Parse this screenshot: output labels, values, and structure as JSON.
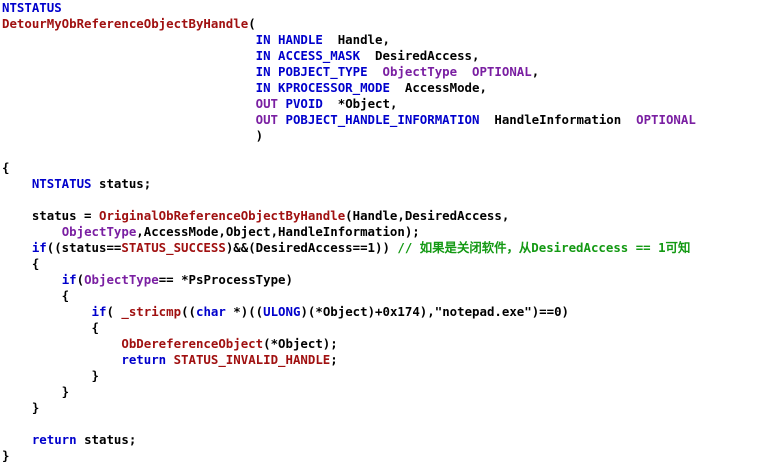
{
  "colors": {
    "keyword": "#0000cc",
    "function": "#a01010",
    "type": "#7a1fa2",
    "comment": "#139913",
    "text": "#000000",
    "background": "#ffffff"
  },
  "lines": [
    [
      [
        "kw",
        "NTSTATUS"
      ]
    ],
    [
      [
        "fn",
        "DetourMyObReferenceObjectByHandle"
      ],
      [
        "tx",
        "("
      ]
    ],
    [
      [
        "tx",
        "                                  "
      ],
      [
        "kw",
        "IN"
      ],
      [
        "tx",
        " "
      ],
      [
        "kw",
        "HANDLE"
      ],
      [
        "tx",
        "  Handle,"
      ]
    ],
    [
      [
        "tx",
        "                                  "
      ],
      [
        "kw",
        "IN"
      ],
      [
        "tx",
        " "
      ],
      [
        "kw",
        "ACCESS_MASK"
      ],
      [
        "tx",
        "  DesiredAccess,"
      ]
    ],
    [
      [
        "tx",
        "                                  "
      ],
      [
        "kw",
        "IN"
      ],
      [
        "tx",
        " "
      ],
      [
        "kw",
        "POBJECT_TYPE"
      ],
      [
        "tx",
        "  "
      ],
      [
        "ty",
        "ObjectType"
      ],
      [
        "tx",
        "  "
      ],
      [
        "ty",
        "OPTIONAL"
      ],
      [
        "tx",
        ","
      ]
    ],
    [
      [
        "tx",
        "                                  "
      ],
      [
        "kw",
        "IN"
      ],
      [
        "tx",
        " "
      ],
      [
        "kw",
        "KPROCESSOR_MODE"
      ],
      [
        "tx",
        "  AccessMode,"
      ]
    ],
    [
      [
        "tx",
        "                                  "
      ],
      [
        "ty",
        "OUT"
      ],
      [
        "tx",
        " "
      ],
      [
        "kw",
        "PVOID"
      ],
      [
        "tx",
        "  *Object,"
      ]
    ],
    [
      [
        "tx",
        "                                  "
      ],
      [
        "ty",
        "OUT"
      ],
      [
        "tx",
        " "
      ],
      [
        "kw",
        "POBJECT_HANDLE_INFORMATION"
      ],
      [
        "tx",
        "  HandleInformation  "
      ],
      [
        "ty",
        "OPTIONAL"
      ]
    ],
    [
      [
        "tx",
        "                                  )"
      ]
    ],
    [],
    [
      [
        "tx",
        "{"
      ]
    ],
    [
      [
        "tx",
        "    "
      ],
      [
        "kw",
        "NTSTATUS"
      ],
      [
        "tx",
        " status;"
      ]
    ],
    [],
    [
      [
        "tx",
        "    status = "
      ],
      [
        "fn",
        "OriginalObReferenceObjectByHandle"
      ],
      [
        "tx",
        "(Handle,DesiredAccess,"
      ]
    ],
    [
      [
        "tx",
        "        "
      ],
      [
        "ty",
        "ObjectType"
      ],
      [
        "tx",
        ",AccessMode,Object,HandleInformation);"
      ]
    ],
    [
      [
        "tx",
        "    "
      ],
      [
        "kw",
        "if"
      ],
      [
        "tx",
        "((status=="
      ],
      [
        "fn",
        "STATUS_SUCCESS"
      ],
      [
        "tx",
        ")&&(DesiredAccess==1)) "
      ],
      [
        "cm",
        "// 如果是关闭软件，从DesiredAccess == 1可知"
      ]
    ],
    [
      [
        "tx",
        "    {"
      ]
    ],
    [
      [
        "tx",
        "        "
      ],
      [
        "kw",
        "if"
      ],
      [
        "tx",
        "("
      ],
      [
        "ty",
        "ObjectType"
      ],
      [
        "tx",
        "== *PsProcessType)"
      ]
    ],
    [
      [
        "tx",
        "        {"
      ]
    ],
    [
      [
        "tx",
        "            "
      ],
      [
        "kw",
        "if"
      ],
      [
        "tx",
        "( "
      ],
      [
        "fn",
        "_stricmp"
      ],
      [
        "tx",
        "(("
      ],
      [
        "kw",
        "char"
      ],
      [
        "tx",
        " *)(("
      ],
      [
        "kw",
        "ULONG"
      ],
      [
        "tx",
        ")(*Object)+0x174),\"notepad.exe\")==0)"
      ]
    ],
    [
      [
        "tx",
        "            {"
      ]
    ],
    [
      [
        "tx",
        "                "
      ],
      [
        "fn",
        "ObDereferenceObject"
      ],
      [
        "tx",
        "(*Object);"
      ]
    ],
    [
      [
        "tx",
        "                "
      ],
      [
        "kw",
        "return"
      ],
      [
        "tx",
        " "
      ],
      [
        "fn",
        "STATUS_INVALID_HANDLE"
      ],
      [
        "tx",
        ";"
      ]
    ],
    [
      [
        "tx",
        "            }"
      ]
    ],
    [
      [
        "tx",
        "        }"
      ]
    ],
    [
      [
        "tx",
        "    }"
      ]
    ],
    [],
    [
      [
        "tx",
        "    "
      ],
      [
        "kw",
        "return"
      ],
      [
        "tx",
        " status;"
      ]
    ],
    [
      [
        "tx",
        "}"
      ]
    ]
  ]
}
